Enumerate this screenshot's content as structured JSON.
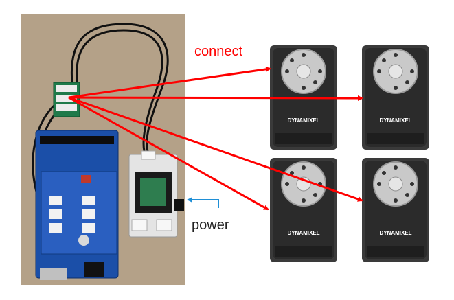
{
  "labels": {
    "connect": "connect",
    "power": "power"
  },
  "servo_brand": "DYNAMIXEL",
  "colors": {
    "connect_arrow": "#ff0000",
    "power_arrow": "#1f8fd6",
    "board_blue": "#1b4fa8",
    "servo_body": "#2b2b2b",
    "horn_metal": "#c9c9c9"
  }
}
